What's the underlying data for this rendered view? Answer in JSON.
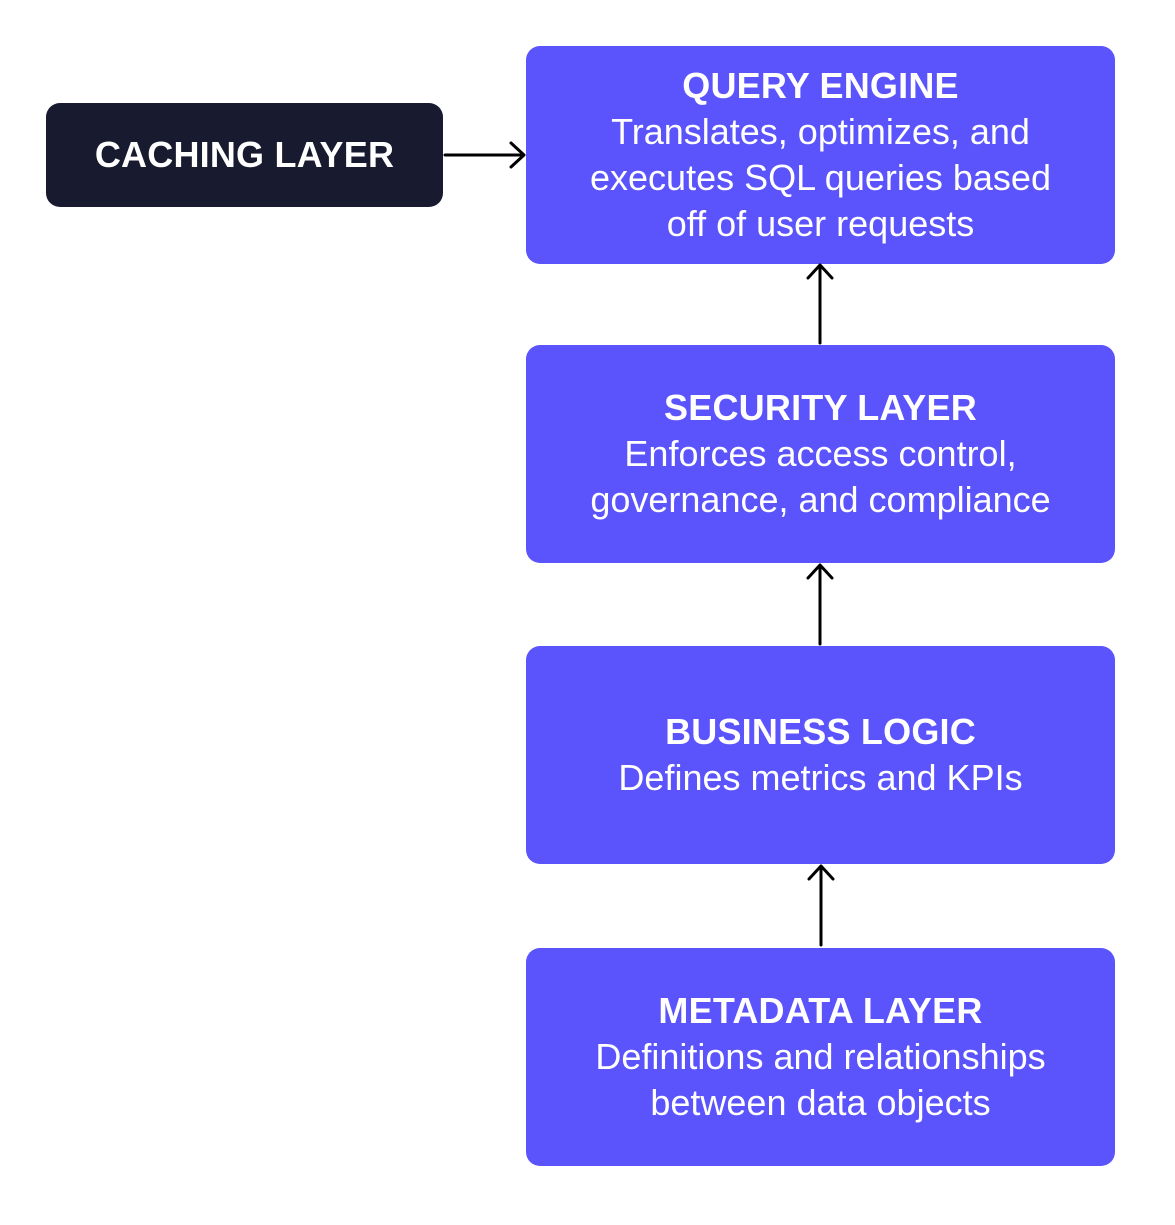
{
  "colors": {
    "layer_fill": "#5b53fc",
    "side_fill": "#181b2f",
    "text": "#ffffff",
    "arrow": "#000000"
  },
  "nodes": {
    "caching": {
      "title": "CACHING LAYER"
    },
    "query": {
      "title": "QUERY ENGINE",
      "description": "Translates, optimizes, and\nexecutes SQL queries based\noff of user requests"
    },
    "security": {
      "title": "SECURITY LAYER",
      "description": "Enforces access control,\ngovernance, and compliance"
    },
    "business": {
      "title": "BUSINESS LOGIC",
      "description": "Defines metrics and KPIs"
    },
    "metadata": {
      "title": "METADATA LAYER",
      "description": "Definitions and relationships\nbetween data objects"
    }
  },
  "edges": [
    {
      "from": "caching",
      "to": "query"
    },
    {
      "from": "security",
      "to": "query"
    },
    {
      "from": "business",
      "to": "security"
    },
    {
      "from": "metadata",
      "to": "business"
    }
  ]
}
